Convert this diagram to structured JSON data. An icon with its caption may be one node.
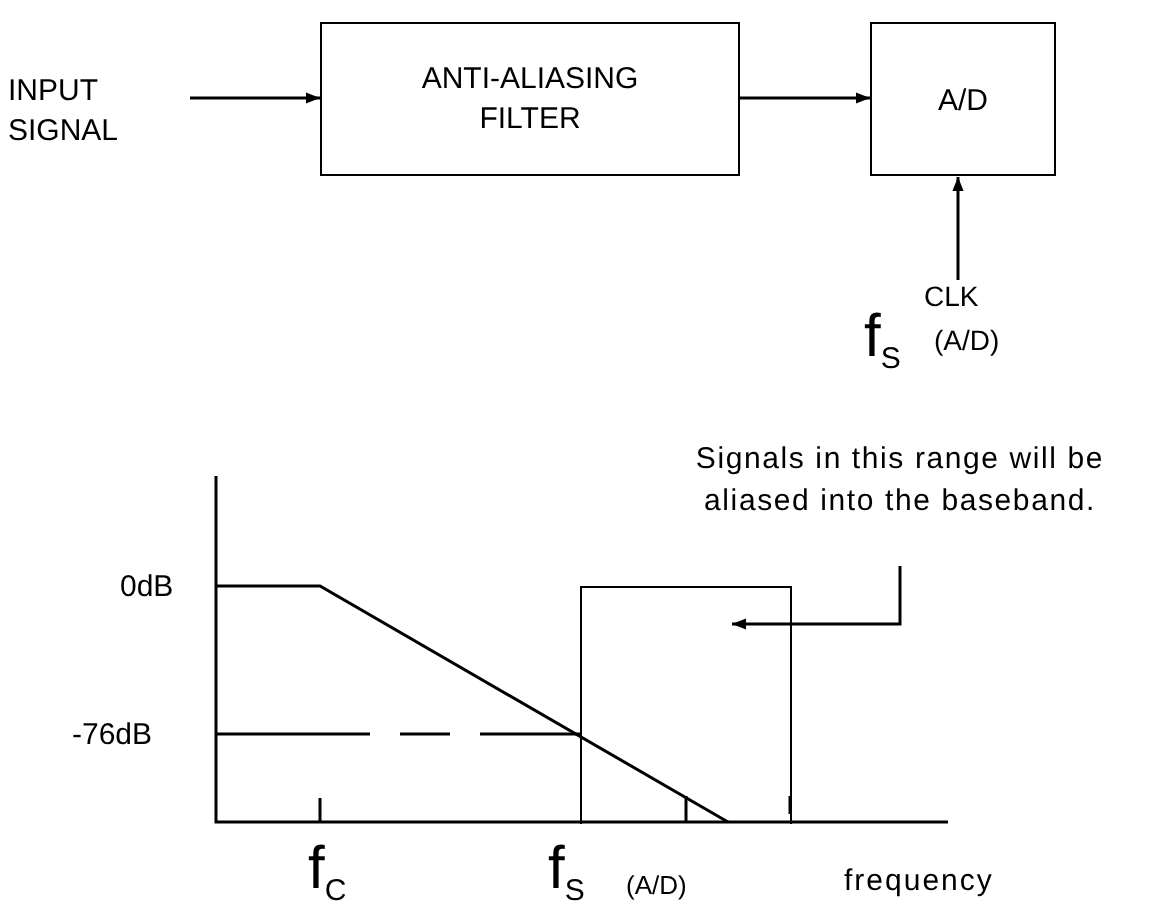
{
  "diagram": {
    "nodes": [
      {
        "text": [
          "INPUT SIGNAL"
        ]
      },
      {
        "text": [
          "ANTI-ALIASING FILTER"
        ]
      },
      {
        "text": [
          "A/D"
        ]
      },
      {
        "text": [
          "f$_{S}$",
          "CLK",
          "(A/D)"
        ]
      },
      {
        "text": [
          "Signals in this range will be aliased into the baseband."
        ]
      },
      {
        "text": [],
        "shape": "box"
      }
    ],
    "edges": [
      {
        "from": 0,
        "to": 1,
        "arrow": "to"
      },
      {
        "from": 1,
        "to": 2,
        "arrow": "to"
      },
      {
        "from": 3,
        "to": 2,
        "arrow": "to"
      },
      {
        "from": 4,
        "to": 5,
        "arrow": "to"
      }
    ],
    "labels": [
      "0dB",
      "-76dB",
      "f$_{C}$",
      "f$_{S}$",
      "(A/D)",
      "frequency"
    ]
  }
}
